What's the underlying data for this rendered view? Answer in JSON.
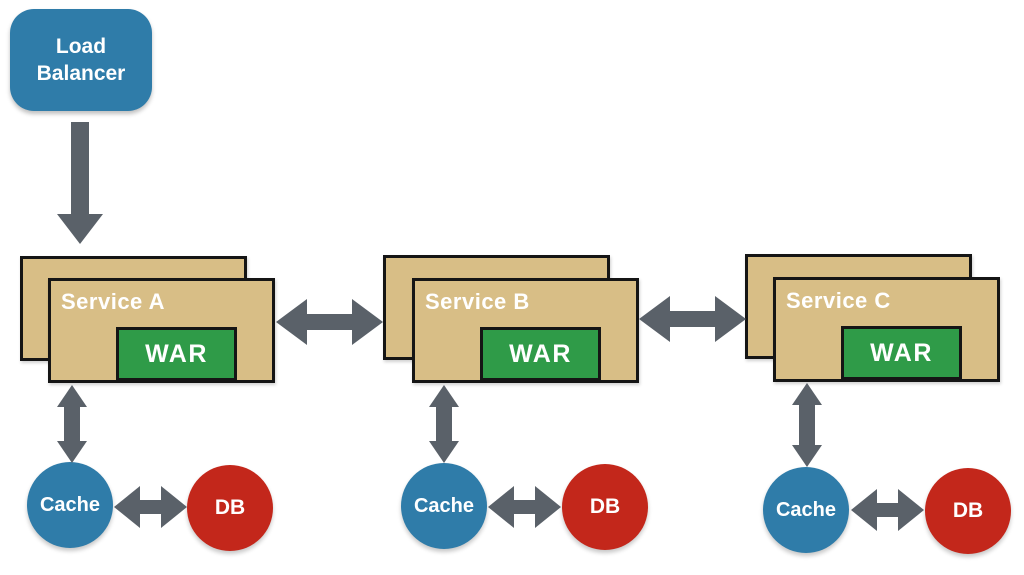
{
  "colors": {
    "background": "#FFFFFF",
    "node_blue": "#2F7CA9",
    "node_red": "#C3271B",
    "service_tan": "#D8BE86",
    "war_green": "#2F9B48",
    "arrow_gray": "#5A6169",
    "border_dark": "#151515",
    "text_light": "#FFFFFF"
  },
  "load_balancer": {
    "label": "Load Balancer"
  },
  "services": [
    {
      "label": "Service A",
      "war_label": "WAR",
      "cache_label": "Cache",
      "db_label": "DB"
    },
    {
      "label": "Service B",
      "war_label": "WAR",
      "cache_label": "Cache",
      "db_label": "DB"
    },
    {
      "label": "Service C",
      "war_label": "WAR",
      "cache_label": "Cache",
      "db_label": "DB"
    }
  ],
  "connections": [
    "load-balancer -> service-a",
    "service-a <-> service-b",
    "service-b <-> service-c",
    "service-a <-> cache-a",
    "cache-a <-> db-a",
    "service-b <-> cache-b",
    "cache-b <-> db-b",
    "service-c <-> cache-c",
    "cache-c <-> db-c"
  ]
}
